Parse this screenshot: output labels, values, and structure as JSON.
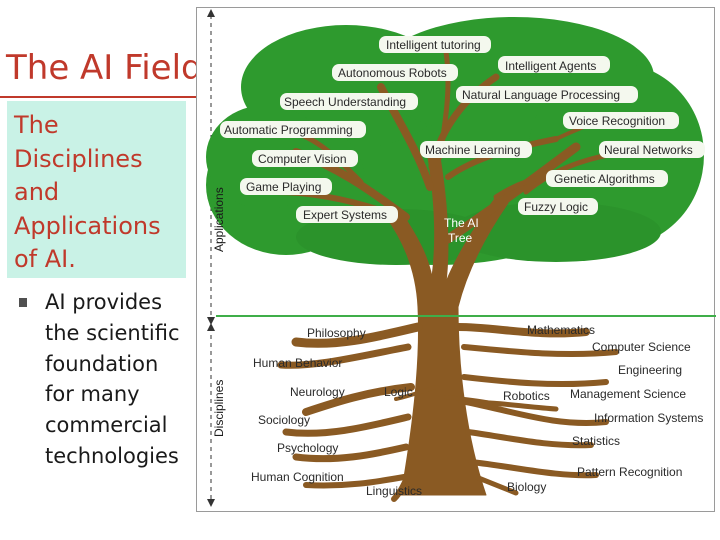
{
  "slide": {
    "title": "The AI Field…",
    "subtitle_lines": [
      "The",
      "Disciplines",
      "and",
      "Applications",
      "of AI."
    ],
    "bullet_lines": [
      "AI provides",
      "the scientific",
      "foundation",
      "for many",
      "commercial",
      "technologies"
    ]
  },
  "diagram": {
    "tree_label_lines": [
      "The AI",
      "Tree"
    ],
    "side_labels": {
      "applications": "Applications",
      "disciplines": "Disciplines"
    },
    "applications": [
      "Intelligent tutoring",
      "Autonomous Robots",
      "Intelligent Agents",
      "Speech Understanding",
      "Natural Language Processing",
      "Automatic Programming",
      "Voice Recognition",
      "Machine Learning",
      "Neural Networks",
      "Computer Vision",
      "Genetic Algorithms",
      "Game Playing",
      "Fuzzy Logic",
      "Expert Systems"
    ],
    "disciplines": [
      "Philosophy",
      "Mathematics",
      "Computer Science",
      "Human Behavior",
      "Engineering",
      "Neurology",
      "Logic",
      "Robotics",
      "Management Science",
      "Sociology",
      "Information Systems",
      "Statistics",
      "Psychology",
      "Pattern Recognition",
      "Human Cognition",
      "Linguistics",
      "Biology"
    ],
    "colors": {
      "foliage": "#2e9a2e",
      "foliage_dark": "#237a23",
      "trunk": "#8a5a23",
      "label_box": "#f4f8ee",
      "divider": "#3fae49",
      "title_red": "#c0392b",
      "subtitle_bg": "#c9f2e6"
    }
  }
}
